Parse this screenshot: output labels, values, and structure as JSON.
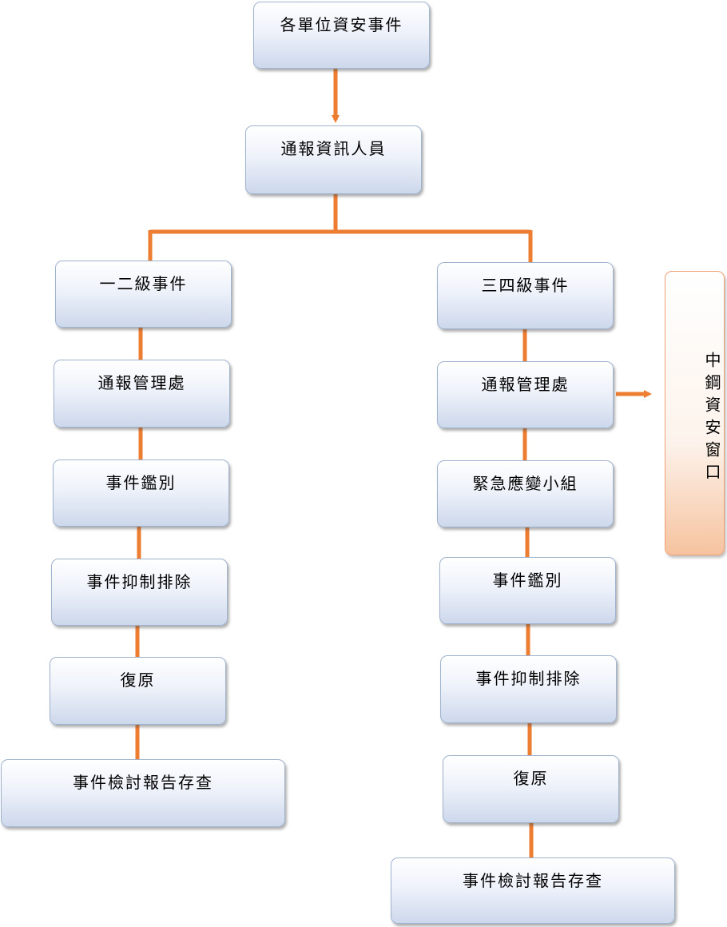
{
  "nodes": {
    "top": "各單位資安事件",
    "reporter": "通報資訊人員",
    "left": {
      "level": "一二級事件",
      "report_office": "通報管理處",
      "identify": "事件鑑別",
      "suppress": "事件抑制排除",
      "recover": "復原",
      "review": "事件檢討報告存查"
    },
    "right": {
      "level": "三四級事件",
      "report_office": "通報管理處",
      "emergency_team": "緊急應變小組",
      "identify": "事件鑑別",
      "suppress": "事件抑制排除",
      "recover": "復原",
      "review": "事件檢討報告存查"
    },
    "side_window": "中鋼資安窗口"
  },
  "colors": {
    "connector": "#ed7d31",
    "box_border": "#9fb3cf",
    "box_gradient_bottom": "#cdd8ec",
    "side_box_border": "#f0a274",
    "side_box_gradient_bottom": "#f6c39f"
  }
}
